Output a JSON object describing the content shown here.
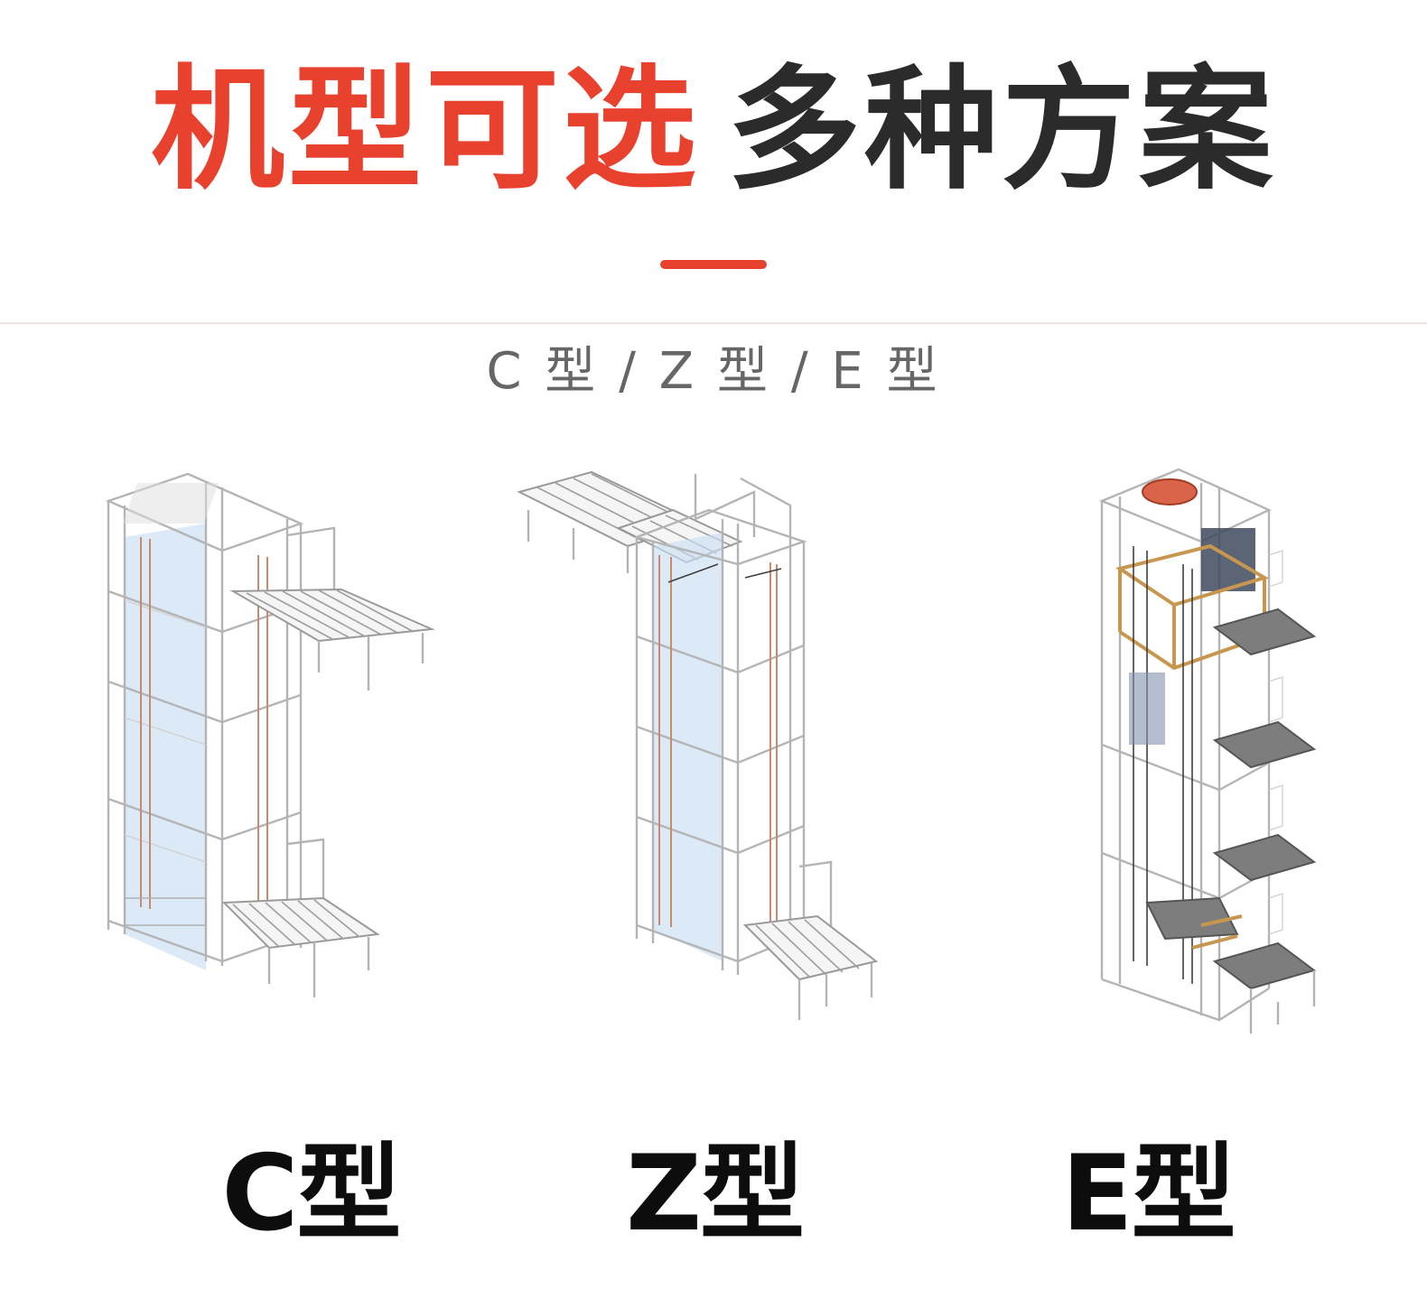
{
  "header": {
    "title_highlight": "机型可选",
    "title_rest": "多种方案",
    "subtitle": "C 型 / Z 型 / E 型"
  },
  "types": [
    {
      "label": "C型"
    },
    {
      "label": "Z型"
    },
    {
      "label": "E型"
    }
  ],
  "colors": {
    "accent": "#e8412e",
    "title_dark": "#2b2b2b",
    "subtitle": "#666666",
    "label": "#0d0d0d"
  }
}
